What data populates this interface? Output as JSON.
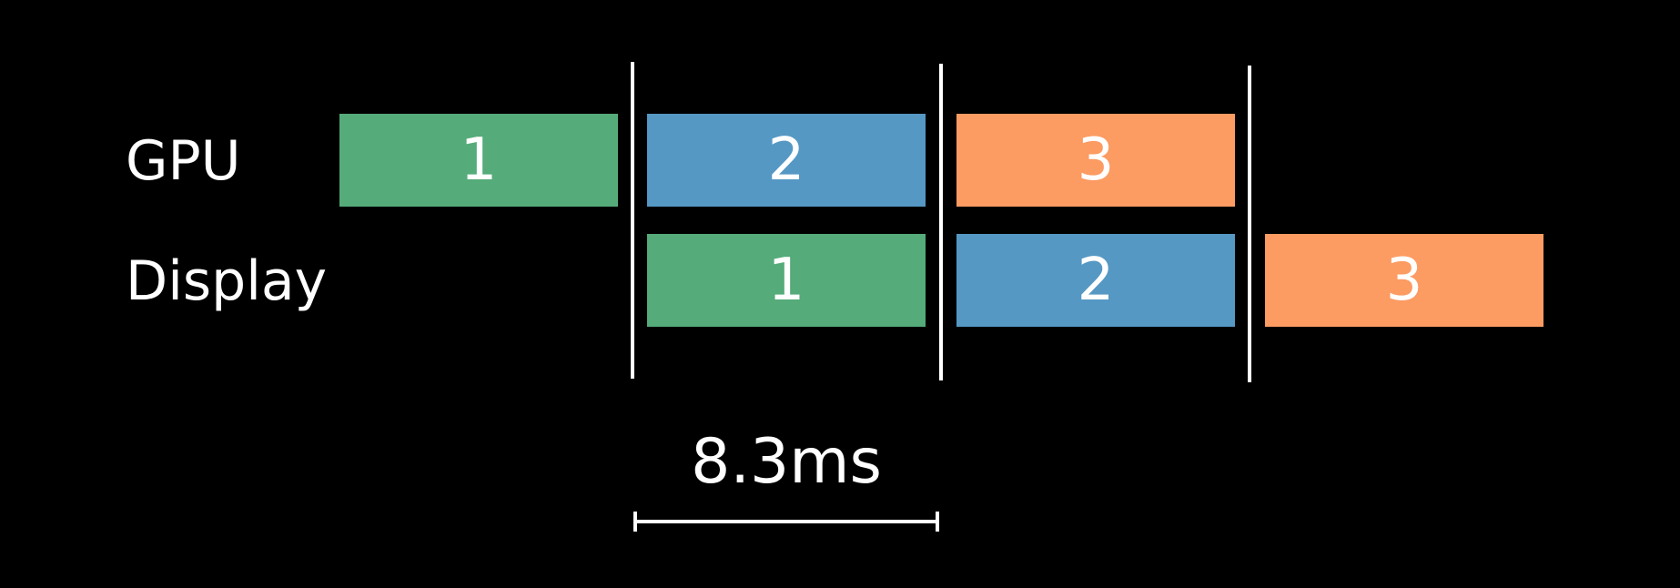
{
  "rows": [
    {
      "label": "GPU",
      "frames": [
        {
          "label": "1",
          "color": "#55ab79"
        },
        {
          "label": "2",
          "color": "#5598c4"
        },
        {
          "label": "3",
          "color": "#fc9b62"
        }
      ]
    },
    {
      "label": "Display",
      "frames": [
        {
          "label": "1",
          "color": "#55ab79"
        },
        {
          "label": "2",
          "color": "#5598c4"
        },
        {
          "label": "3",
          "color": "#fc9b62"
        }
      ]
    }
  ],
  "interval": {
    "label": "8.3ms"
  },
  "colors": {
    "background": "#000000",
    "foreground": "#ffffff"
  }
}
